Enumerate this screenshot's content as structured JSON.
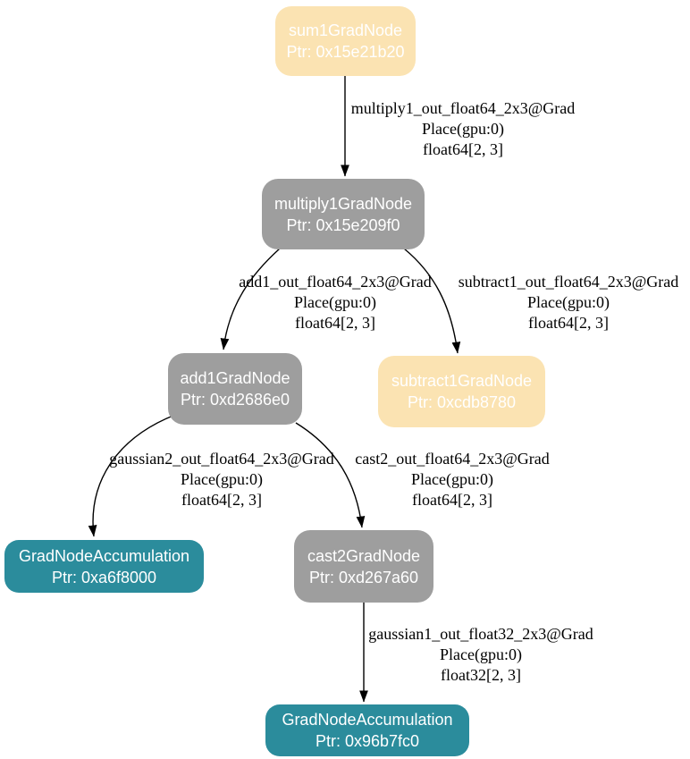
{
  "diagram": {
    "colors": {
      "peach": "#fbe3b2",
      "gray": "#9e9e9e",
      "teal": "#2b8c9c",
      "node_text": "#ffffff",
      "edge_line": "#000000",
      "edge_text": "#000000",
      "background": "#ffffff"
    },
    "nodes": [
      {
        "id": "sum1",
        "label": "sum1GradNode",
        "ptr": "Ptr: 0x15e21b20",
        "color": "peach"
      },
      {
        "id": "multiply1",
        "label": "multiply1GradNode",
        "ptr": "Ptr: 0x15e209f0",
        "color": "gray"
      },
      {
        "id": "add1",
        "label": "add1GradNode",
        "ptr": "Ptr: 0xd2686e0",
        "color": "gray"
      },
      {
        "id": "subtract1",
        "label": "subtract1GradNode",
        "ptr": "Ptr: 0xcdb8780",
        "color": "peach"
      },
      {
        "id": "accum1",
        "label": "GradNodeAccumulation",
        "ptr": "Ptr: 0xa6f8000",
        "color": "teal"
      },
      {
        "id": "cast2",
        "label": "cast2GradNode",
        "ptr": "Ptr: 0xd267a60",
        "color": "gray"
      },
      {
        "id": "accum2",
        "label": "GradNodeAccumulation",
        "ptr": "Ptr: 0x96b7fc0",
        "color": "teal"
      }
    ],
    "edges": [
      {
        "from": "sum1",
        "to": "multiply1",
        "tensor": "multiply1_out_float64_2x3@Grad",
        "place": "Place(gpu:0)",
        "shape": "float64[2, 3]"
      },
      {
        "from": "multiply1",
        "to": "add1",
        "tensor": "add1_out_float64_2x3@Grad",
        "place": "Place(gpu:0)",
        "shape": "float64[2, 3]"
      },
      {
        "from": "multiply1",
        "to": "subtract1",
        "tensor": "subtract1_out_float64_2x3@Grad",
        "place": "Place(gpu:0)",
        "shape": "float64[2, 3]"
      },
      {
        "from": "add1",
        "to": "accum1",
        "tensor": "gaussian2_out_float64_2x3@Grad",
        "place": "Place(gpu:0)",
        "shape": "float64[2, 3]"
      },
      {
        "from": "add1",
        "to": "cast2",
        "tensor": "cast2_out_float64_2x3@Grad",
        "place": "Place(gpu:0)",
        "shape": "float64[2, 3]"
      },
      {
        "from": "cast2",
        "to": "accum2",
        "tensor": "gaussian1_out_float32_2x3@Grad",
        "place": "Place(gpu:0)",
        "shape": "float32[2, 3]"
      }
    ]
  }
}
